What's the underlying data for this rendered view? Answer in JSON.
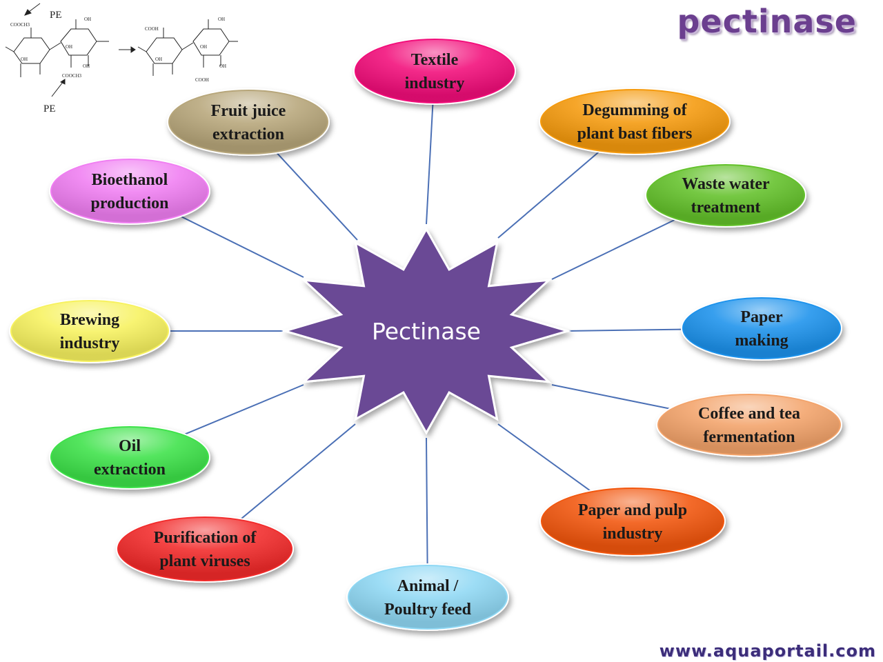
{
  "title": "pectinase",
  "footer": "www.aquaportail.com",
  "center": {
    "label": "Pectinase",
    "color": "#6a4a95"
  },
  "reaction": {
    "enzyme_label_top": "PE",
    "enzyme_label_bottom": "PE",
    "reactant_groups": [
      "COOCH3",
      "COOCH3",
      "OH",
      "OH",
      "OH",
      "OH"
    ],
    "product_groups": [
      "COOH",
      "COOH",
      "OH",
      "OH",
      "OH",
      "OH"
    ]
  },
  "applications": [
    {
      "id": "textile",
      "lines": [
        "Textile",
        "industry"
      ],
      "color": "#f20f7a"
    },
    {
      "id": "degumming",
      "lines": [
        "Degumming of",
        "plant bast fibers"
      ],
      "color": "#f59a0c"
    },
    {
      "id": "waste-water",
      "lines": [
        "Waste water",
        "treatment"
      ],
      "color": "#63c12c"
    },
    {
      "id": "paper-making",
      "lines": [
        "Paper",
        "making"
      ],
      "color": "#1b92ec"
    },
    {
      "id": "coffee-tea",
      "lines": [
        "Coffee and tea",
        "fermentation"
      ],
      "color": "#f3a36a"
    },
    {
      "id": "paper-pulp",
      "lines": [
        "Paper and pulp",
        "industry"
      ],
      "color": "#f2570d"
    },
    {
      "id": "animal-feed",
      "lines": [
        "Animal /",
        "Poultry feed"
      ],
      "color": "#8fd8f4"
    },
    {
      "id": "plant-viruses",
      "lines": [
        "Purification of",
        "plant viruses"
      ],
      "color": "#f22a2a"
    },
    {
      "id": "oil-extraction",
      "lines": [
        "Oil",
        "extraction"
      ],
      "color": "#3ee24a"
    },
    {
      "id": "brewing",
      "lines": [
        "Brewing",
        "industry"
      ],
      "color": "#f7f25e"
    },
    {
      "id": "bioethanol",
      "lines": [
        "Bioethanol",
        "production"
      ],
      "color": "#f07ef2"
    },
    {
      "id": "fruit-juice",
      "lines": [
        "Fruit juice",
        "extraction"
      ],
      "color": "#b7a67a"
    }
  ]
}
